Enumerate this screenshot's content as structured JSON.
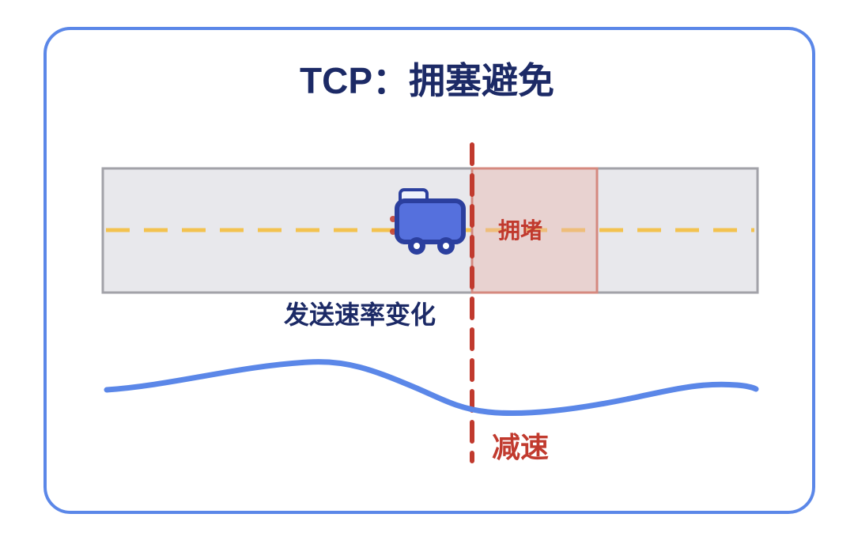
{
  "diagram": {
    "title": "TCP：拥塞避免",
    "labels": {
      "congestion": "拥堵",
      "rate": "发送速率变化",
      "slowdown": "减速"
    },
    "colors": {
      "frame": "#5b87e8",
      "title": "#1c2a66",
      "road_fill": "#e8e8ec",
      "road_border": "#a2a2a8",
      "lane_dash": "#f3c24f",
      "congestion_fill": "#e8b8b0",
      "congestion_border": "#d5897f",
      "alert_red": "#c13a2e",
      "curve": "#5b87e8",
      "truck_body": "#5570dd",
      "truck_outline": "#2b3f9e",
      "truck_window": "#eef2fb",
      "wheel_hub": "#ffffff"
    }
  }
}
